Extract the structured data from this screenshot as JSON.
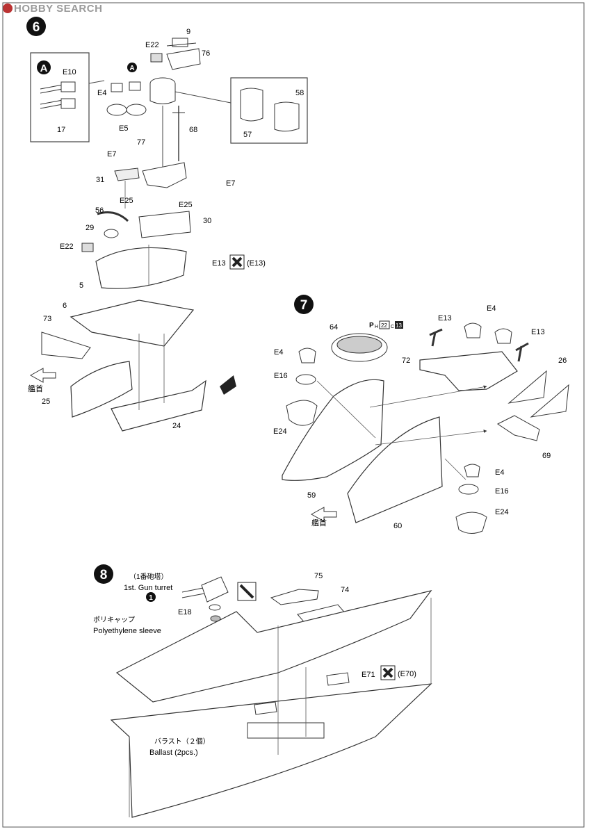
{
  "watermark": "HOBBY SEARCH",
  "steps": {
    "s6": "6",
    "s7": "7",
    "s8": "8"
  },
  "subassembly": {
    "marker": "A",
    "parts": [
      "E10",
      "E4",
      "E5",
      "17"
    ]
  },
  "step6_labels": {
    "p9": "9",
    "e22a": "E22",
    "p76": "76",
    "p58": "58",
    "p57": "57",
    "p68": "68",
    "e7a": "E7",
    "p77": "77",
    "p31": "31",
    "e7b": "E7",
    "e25a": "E25",
    "e25b": "E25",
    "p56": "56",
    "p30": "30",
    "p29": "29",
    "e22b": "E22",
    "e13": "E13",
    "e13ref": "(E13)",
    "p5": "5",
    "p6": "6",
    "p73": "73",
    "bow": "艦首",
    "p25": "25",
    "p24": "24"
  },
  "step7_labels": {
    "p64": "64",
    "paint": "22",
    "paintP": "P",
    "paintH": "H",
    "paintC": "C",
    "paintN": "13",
    "e13a": "E13",
    "e4a": "E4",
    "e13b": "E13",
    "p26": "26",
    "e4b": "E4",
    "p72": "72",
    "e16a": "E16",
    "e24a": "E24",
    "p69": "69",
    "e4c": "E4",
    "e16b": "E16",
    "e24b": "E24",
    "p59": "59",
    "p60": "60",
    "bow": "艦首"
  },
  "step8_labels": {
    "turret_jp": "（1番砲塔）",
    "turret_en": "1st. Gun turret",
    "turret_no": "1",
    "p75": "75",
    "p74": "74",
    "e18": "E18",
    "sleeve_jp": "ポリキャップ",
    "sleeve_en": "Polyethylene sleeve",
    "e71": "E71",
    "e70ref": "(E70)",
    "ballast_jp": "バラスト（２個）",
    "ballast_en": "Ballast (2pcs.)"
  }
}
